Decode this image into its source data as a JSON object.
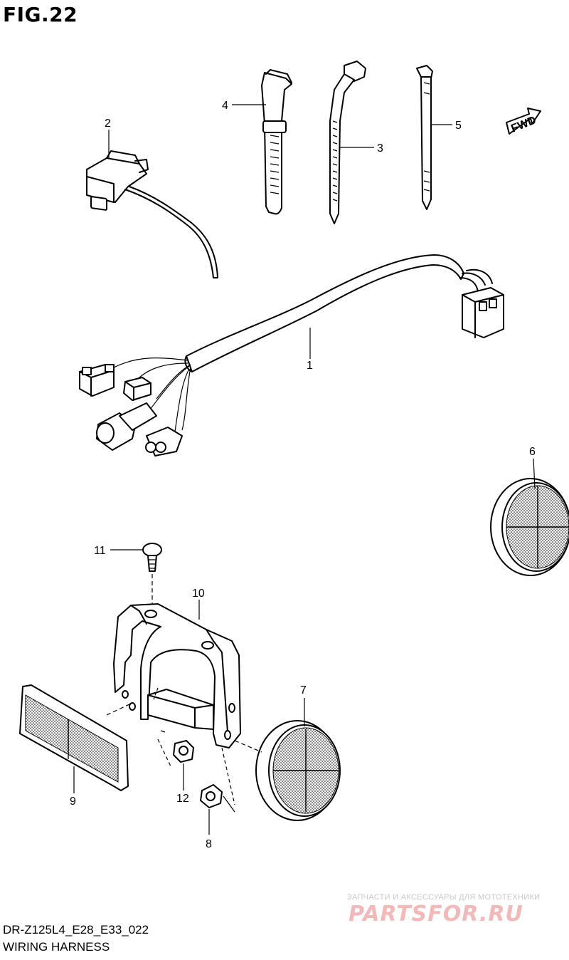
{
  "figure": {
    "title": "FIG.22",
    "model_code": "DR-Z125L4_E28_E33_022",
    "section_name": "WIRING HARNESS"
  },
  "forward_marker": {
    "text": "FWD"
  },
  "callouts": [
    {
      "id": "c1",
      "label": "1"
    },
    {
      "id": "c2",
      "label": "2"
    },
    {
      "id": "c3",
      "label": "3"
    },
    {
      "id": "c4",
      "label": "4"
    },
    {
      "id": "c5",
      "label": "5"
    },
    {
      "id": "c6",
      "label": "6"
    },
    {
      "id": "c7",
      "label": "7"
    },
    {
      "id": "c8",
      "label": "8"
    },
    {
      "id": "c9",
      "label": "9"
    },
    {
      "id": "c10",
      "label": "10"
    },
    {
      "id": "c11",
      "label": "11"
    },
    {
      "id": "c12",
      "label": "12"
    }
  ],
  "watermark": {
    "tagline": "ЗАПЧАСТИ И АКСЕССУАРЫ ДЛЯ МОТОТЕХНИКИ",
    "brand": "PARTSFOR.RU"
  }
}
